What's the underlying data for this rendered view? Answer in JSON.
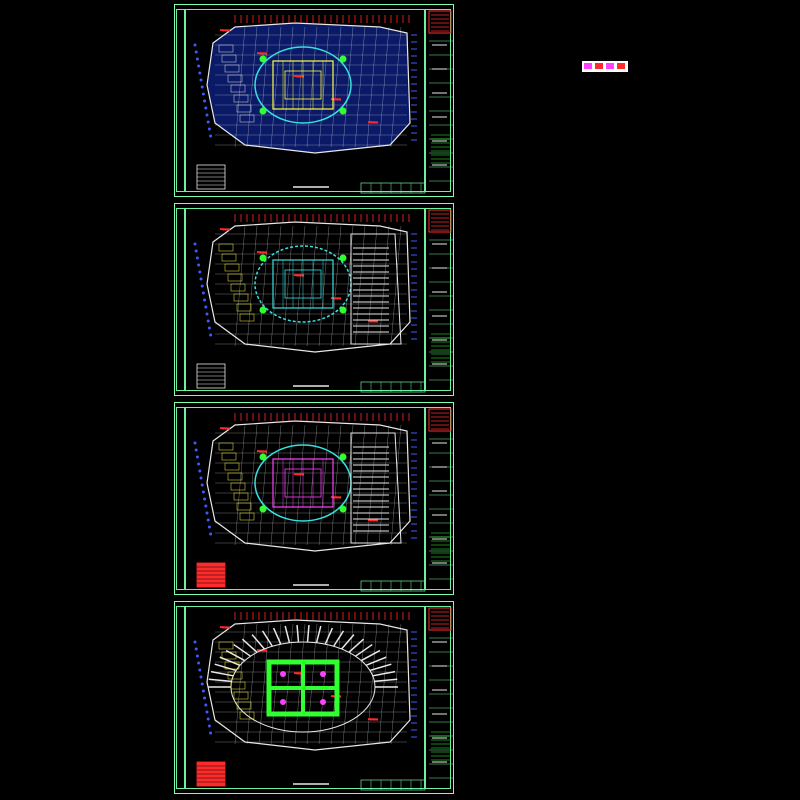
{
  "drawing": {
    "sheets": [
      {
        "id": 1,
        "theme": "yellow-core"
      },
      {
        "id": 2,
        "theme": "cyan-core"
      },
      {
        "id": 3,
        "theme": "magenta-core"
      },
      {
        "id": 4,
        "theme": "green-grid-core"
      }
    ],
    "colors": {
      "background": "#000000",
      "frame": "#7dffb0",
      "grid_white": "#e8e8e8",
      "grid_red": "#ff2a2a",
      "axis_blue": "#3b5bff",
      "cyan": "#38e0e0",
      "yellow": "#ffff40",
      "magenta": "#ff40ff",
      "green": "#30ff30"
    }
  }
}
